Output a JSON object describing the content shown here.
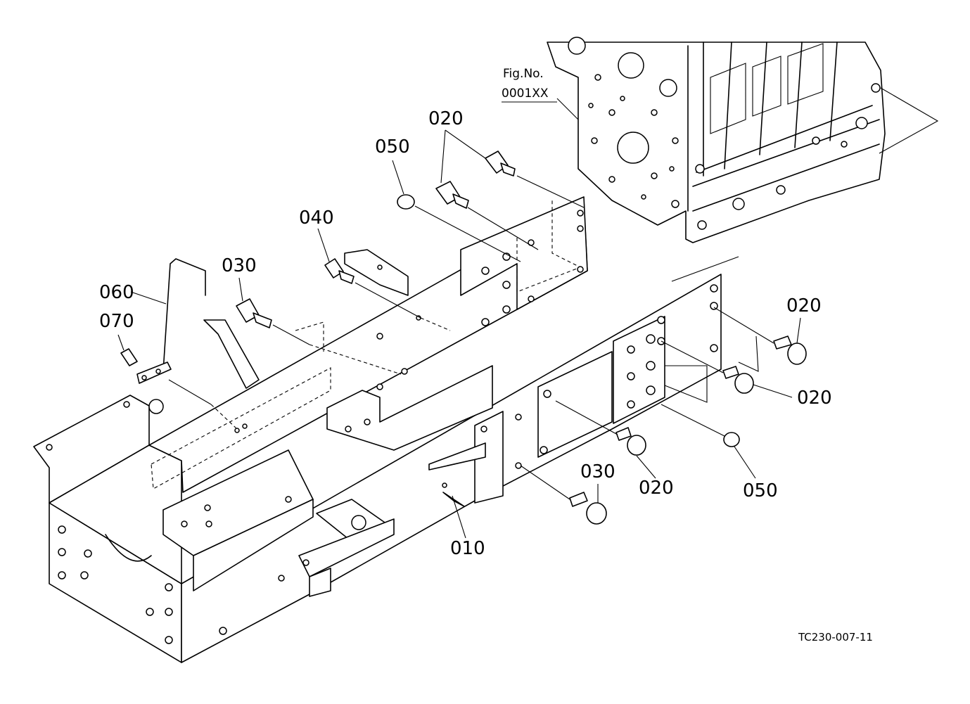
{
  "figure_ref": {
    "line1": "Fig.No.",
    "line2": "0001XX"
  },
  "callouts": [
    {
      "id": "c020a",
      "text": "020"
    },
    {
      "id": "c050a",
      "text": "050"
    },
    {
      "id": "c040",
      "text": "040"
    },
    {
      "id": "c030a",
      "text": "030"
    },
    {
      "id": "c060",
      "text": "060"
    },
    {
      "id": "c070",
      "text": "070"
    },
    {
      "id": "c020b",
      "text": "020"
    },
    {
      "id": "c020c",
      "text": "020"
    },
    {
      "id": "c020d",
      "text": "020"
    },
    {
      "id": "c050b",
      "text": "050"
    },
    {
      "id": "c030b",
      "text": "030"
    },
    {
      "id": "c010",
      "text": "010"
    }
  ],
  "drawing_code": "TC230-007-11"
}
